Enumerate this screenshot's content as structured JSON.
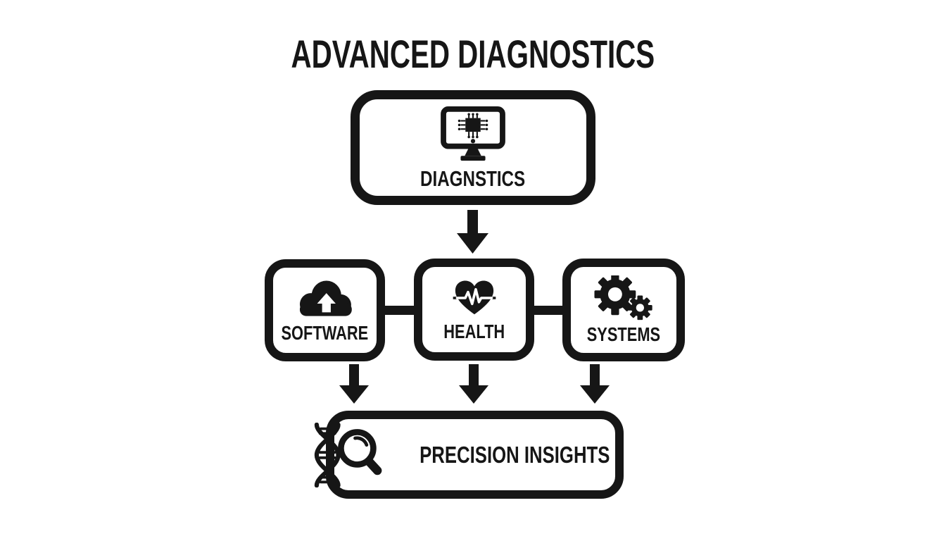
{
  "title": "ADVANCED DIAGNOSTICS",
  "colors": {
    "background": "#ffffff",
    "ink": "#161616"
  },
  "nodes": {
    "root": {
      "label": "DIAGNSTICS",
      "icon": "computer-chip-monitor-icon"
    },
    "branches": [
      {
        "label": "SOFTWARE",
        "icon": "cloud-upload-icon"
      },
      {
        "label": "HEALTH",
        "icon": "heart-pulse-icon"
      },
      {
        "label": "SYSTEMS",
        "icon": "gears-icon"
      }
    ],
    "result": {
      "label": "PRECISION INSIGHTS",
      "icon": "dna-magnifier-icon"
    }
  }
}
